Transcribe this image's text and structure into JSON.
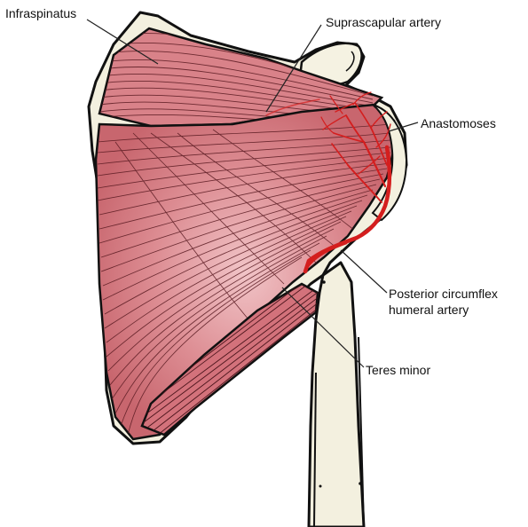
{
  "labels": {
    "infraspinatus": "Infraspinatus",
    "suprascapular_artery": "Suprascapular artery",
    "anastomoses": "Anastomoses",
    "posterior_circumflex_line1": "Posterior circumflex",
    "posterior_circumflex_line2": "humeral artery",
    "teres_minor": "Teres minor"
  },
  "colors": {
    "muscle": "#d77f86",
    "muscle_light": "#eaa9ae",
    "muscle_fiber": "#5a1b22",
    "bone": "#f3f0df",
    "outline": "#111111",
    "artery": "#d41e1e",
    "leader": "#222222"
  }
}
